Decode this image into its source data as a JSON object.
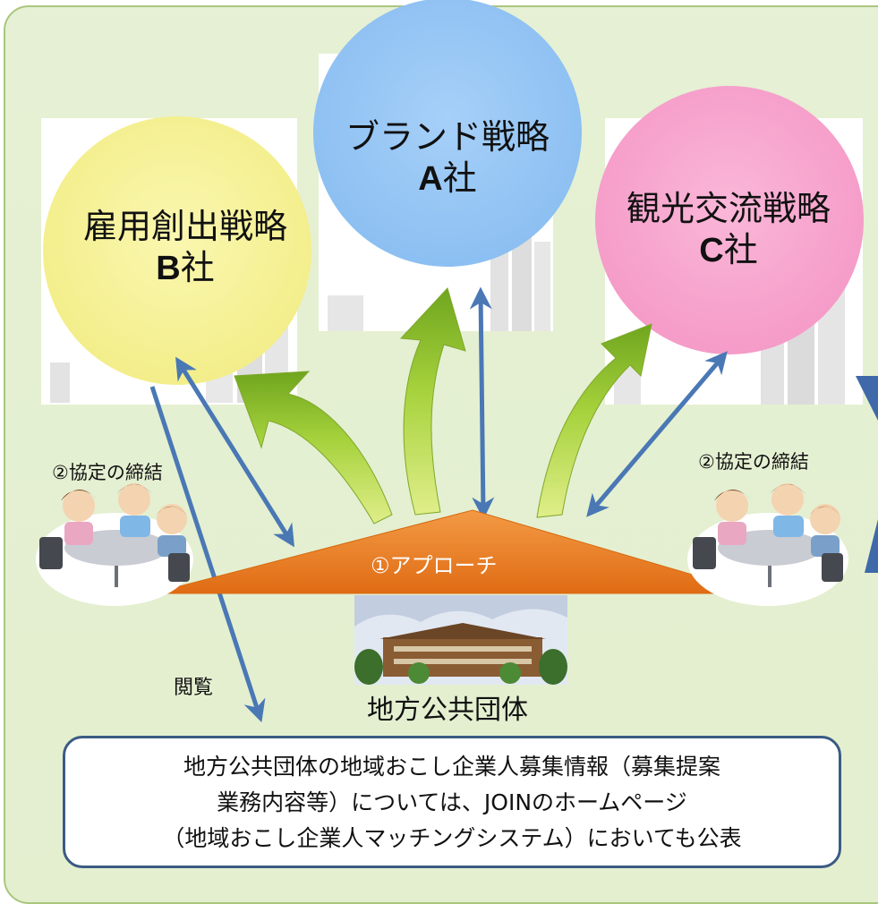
{
  "circles": {
    "a": {
      "strategy": "ブランド戦略",
      "company_letter": "A",
      "company_suffix": "社",
      "color": "#97c7f5"
    },
    "b": {
      "strategy": "雇用創出戦略",
      "company_letter": "B",
      "company_suffix": "社",
      "color": "#f6f39c"
    },
    "c": {
      "strategy": "観光交流戦略",
      "company_letter": "C",
      "company_suffix": "社",
      "color": "#f7a9d0"
    }
  },
  "approach_label": "①アプローチ",
  "agreement_label_left": "②協定の締結",
  "agreement_label_right": "②協定の締結",
  "browse_label": "閲覧",
  "government_label": "地方公共団体",
  "notice_lines": [
    "地方公共団体の地域おこし企業人募集情報（募集提案",
    "業務内容等）については、JOINのホームページ",
    "（地域おこし企業人マッチングシステム）においても公表"
  ],
  "colors": {
    "panel_bg": "#e4efd1",
    "arrow_blue": "#4a78b5",
    "triangle": "#ef7f22",
    "green_arrow": "#98c93c"
  }
}
